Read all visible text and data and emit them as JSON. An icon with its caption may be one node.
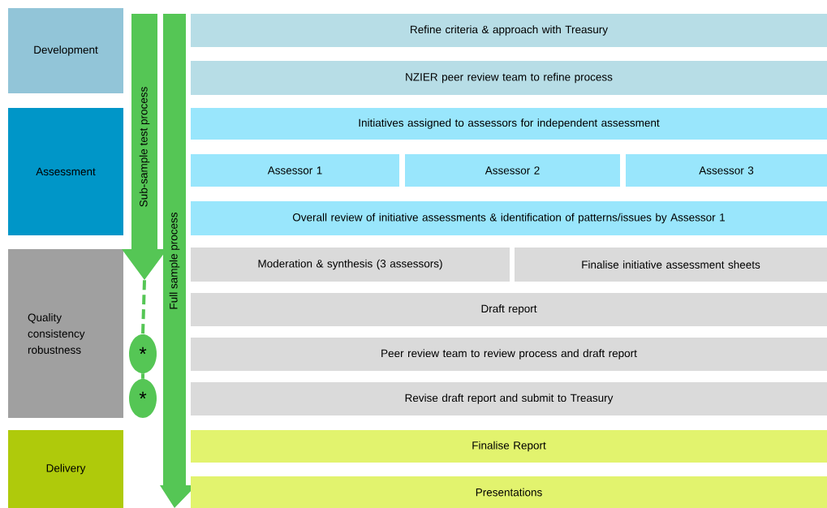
{
  "diagram": {
    "nodes": [
      {
        "text": [
          "Development"
        ]
      },
      {
        "text": [
          "Assessment"
        ]
      },
      {
        "text": [
          "Quality consistency robustness"
        ]
      },
      {
        "text": [
          "Delivery"
        ]
      },
      {
        "text": [
          "Sub-sample test process"
        ]
      },
      {
        "text": [
          "Full sample process"
        ]
      },
      {
        "text": [
          "*"
        ]
      },
      {
        "text": [
          "*"
        ]
      },
      {
        "text": [
          "Refine criteria & approach with Treasury"
        ]
      },
      {
        "text": [
          "NZIER peer review team to refine process"
        ]
      },
      {
        "text": [
          "Initiatives assigned to assessors for independent assessment"
        ]
      },
      {
        "text": [
          "Assessor 1"
        ]
      },
      {
        "text": [
          "Assessor 2"
        ]
      },
      {
        "text": [
          "Assessor 3"
        ]
      },
      {
        "text": [
          "Overall review of initiative assessments & identification of patterns/issues by Assessor 1"
        ]
      },
      {
        "text": [
          "Moderation & synthesis (3 assessors)"
        ]
      },
      {
        "text": [
          "Finalise initiative assessment sheets"
        ]
      },
      {
        "text": [
          "Draft report"
        ]
      },
      {
        "text": [
          "Peer review team to review process and draft report"
        ]
      },
      {
        "text": [
          "Revise draft report and submit to Treasury"
        ]
      },
      {
        "text": [
          "Finalise Report"
        ]
      },
      {
        "text": [
          "Presentations"
        ]
      }
    ],
    "edges": [
      {
        "from": 4,
        "to": 6,
        "arrow": "none",
        "style": "dashed"
      },
      {
        "from": 6,
        "to": 7,
        "arrow": "none"
      }
    ]
  }
}
